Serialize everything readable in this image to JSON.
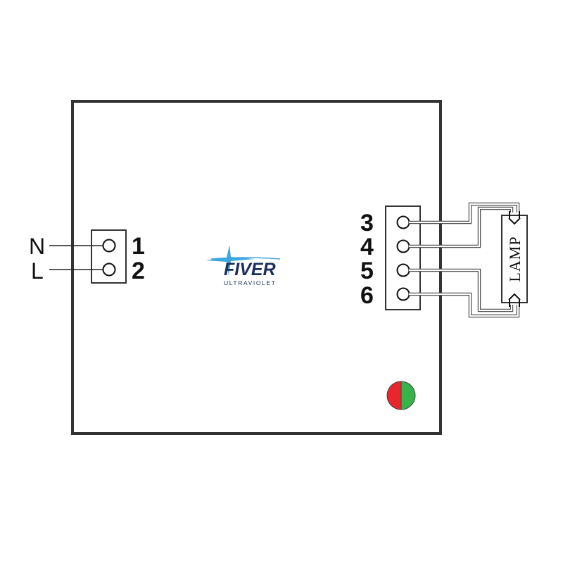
{
  "supply": {
    "lines": [
      {
        "label": "N",
        "terminal": "1"
      },
      {
        "label": "L",
        "terminal": "2"
      }
    ]
  },
  "lamp_terminals": [
    "3",
    "4",
    "5",
    "6"
  ],
  "lamp": {
    "label": "LAMP"
  },
  "brand": {
    "name": "FIVER",
    "tagline": "ULTRAVIOLET"
  },
  "indicator": {
    "left_color": "#e8262d",
    "right_color": "#37b34a"
  },
  "colors": {
    "outline": "#333333",
    "wire": "#555555"
  }
}
